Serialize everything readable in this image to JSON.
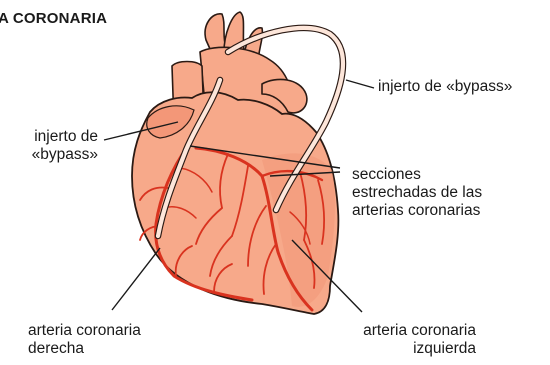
{
  "title": "A CORONARIA",
  "labels": {
    "bypass_right": "injerto de «bypass»",
    "bypass_left_line1": "injerto de",
    "bypass_left_line2": "«bypass»",
    "narrowed_line1": "secciones",
    "narrowed_line2": "estrechadas de las",
    "narrowed_line3": "arterias coronarias",
    "right_coronary_line1": "arteria coronaria",
    "right_coronary_line2": "derecha",
    "left_coronary_line1": "arteria coronaria",
    "left_coronary_line2": "izquierda"
  },
  "colors": {
    "heart_fill": "#f7a98a",
    "heart_shade": "#f39778",
    "outline": "#2b1a14",
    "artery": "#d9331f",
    "graft_fill": "#fde6da"
  }
}
